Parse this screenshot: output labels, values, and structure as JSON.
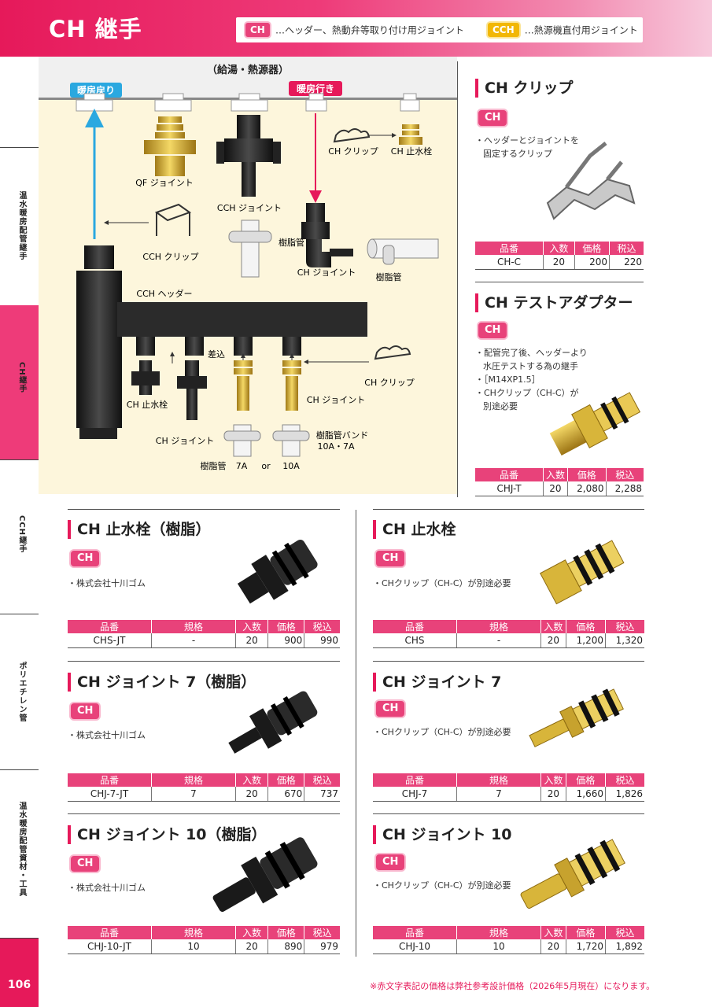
{
  "header": {
    "title": "CH 継手",
    "legend": [
      {
        "badge": "CH",
        "text": "…ヘッダー、熱動弁等取り付け用ジョイント"
      },
      {
        "badge": "CCH",
        "text": "…熱源機直付用ジョイント"
      }
    ]
  },
  "sidebar": {
    "sections": [
      {
        "label": "温水暖房配管継手"
      },
      {
        "label": "CH継手"
      },
      {
        "label": "CCH継手"
      },
      {
        "label": "ポリエチレン管"
      },
      {
        "label": "温水暖房配管資材・工具"
      }
    ],
    "page_number": "106"
  },
  "diagram": {
    "heat_source": "（給湯・熱源器）",
    "return_label": "暖房戻り",
    "supply_label": "暖房行き",
    "labels": {
      "ch_clip_top": "CH クリップ",
      "ch_stop_top": "CH 止水栓",
      "qf_joint": "QF ジョイント",
      "cch_joint": "CCH ジョイント",
      "cch_clip": "CCH クリップ",
      "resin_pipe_1": "樹脂管",
      "ch_joint_top": "CH ジョイント",
      "resin_pipe_2": "樹脂管",
      "cch_header": "CCH ヘッダー",
      "insert": "差込",
      "ch_clip_right": "CH クリップ",
      "ch_stop_bottom": "CH 止水栓",
      "ch_joint_brass": "CH ジョイント",
      "ch_joint_black": "CH ジョイント",
      "band": "樹脂管バンド",
      "band_size": "10A・7A",
      "resin_pipe_bottom": "樹脂管",
      "size_7a": "7A",
      "or": "or",
      "size_10a": "10A"
    }
  },
  "products": {
    "clip": {
      "title": "CH クリップ",
      "badge": "CH",
      "desc": [
        "ヘッダーとジョイントを",
        "固定するクリップ"
      ],
      "headers": [
        "品番",
        "入数",
        "価格",
        "税込"
      ],
      "row": [
        "CH-C",
        "20",
        "200",
        "220"
      ]
    },
    "test_adapter": {
      "title": "CH テストアダプター",
      "badge": "CH",
      "desc": [
        "配管完了後、ヘッダーより",
        "水圧テストする為の継手",
        "［M14XP1.5］",
        "CHクリップ（CH-C）が",
        "別途必要"
      ],
      "headers": [
        "品番",
        "入数",
        "価格",
        "税込"
      ],
      "row": [
        "CHJ-T",
        "20",
        "2,080",
        "2,288"
      ]
    },
    "chs_jt": {
      "title": "CH 止水栓（樹脂）",
      "badge": "CH",
      "desc": "株式会社十川ゴム",
      "headers": [
        "品番",
        "規格",
        "入数",
        "価格",
        "税込"
      ],
      "row": [
        "CHS-JT",
        "-",
        "20",
        "900",
        "990"
      ]
    },
    "chs": {
      "title": "CH 止水栓",
      "badge": "CH",
      "desc": "CHクリップ（CH-C）が別途必要",
      "headers": [
        "品番",
        "規格",
        "入数",
        "価格",
        "税込"
      ],
      "row": [
        "CHS",
        "-",
        "20",
        "1,200",
        "1,320"
      ]
    },
    "chj7_jt": {
      "title": "CH ジョイント 7（樹脂）",
      "badge": "CH",
      "desc": "株式会社十川ゴム",
      "headers": [
        "品番",
        "規格",
        "入数",
        "価格",
        "税込"
      ],
      "row": [
        "CHJ-7-JT",
        "7",
        "20",
        "670",
        "737"
      ]
    },
    "chj7": {
      "title": "CH ジョイント 7",
      "badge": "CH",
      "desc": "CHクリップ（CH-C）が別途必要",
      "headers": [
        "品番",
        "規格",
        "入数",
        "価格",
        "税込"
      ],
      "row": [
        "CHJ-7",
        "7",
        "20",
        "1,660",
        "1,826"
      ]
    },
    "chj10_jt": {
      "title": "CH ジョイント 10（樹脂）",
      "badge": "CH",
      "desc": "株式会社十川ゴム",
      "headers": [
        "品番",
        "規格",
        "入数",
        "価格",
        "税込"
      ],
      "row": [
        "CHJ-10-JT",
        "10",
        "20",
        "890",
        "979"
      ]
    },
    "chj10": {
      "title": "CH ジョイント 10",
      "badge": "CH",
      "desc": "CHクリップ（CH-C）が別途必要",
      "headers": [
        "品番",
        "規格",
        "入数",
        "価格",
        "税込"
      ],
      "row": [
        "CHJ-10",
        "10",
        "20",
        "1,720",
        "1,892"
      ]
    }
  },
  "footnote": "※赤文字表記の価格は弊社参考設計価格（2026年5月現在）になります。",
  "colors": {
    "brand": "#e6195a",
    "cch": "#f2b705",
    "diagram_bg": "#fdf6dc",
    "return_arrow": "#2aa8e0"
  }
}
